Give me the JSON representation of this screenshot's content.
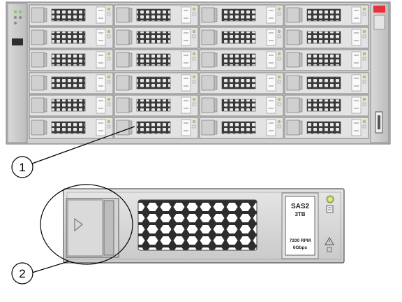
{
  "callouts": [
    {
      "number": "1"
    },
    {
      "number": "2"
    }
  ],
  "chassis": {
    "rows": 6,
    "bays_per_row": 4,
    "bay_label_text": "SAS2 3TB",
    "bay_label_text_2": "7200 RPM 6Gbps",
    "brand_color": "#e8313a"
  },
  "drive_detail": {
    "label_line1": "SAS2",
    "label_line2": "3TB",
    "label_line3": "7200 RPM",
    "label_line4": "6Gbps",
    "led_color": "#b9d84a",
    "icons": [
      "release-triangle-icon",
      "service-doc-icon",
      "warning-icon",
      "status-led-icon"
    ]
  }
}
